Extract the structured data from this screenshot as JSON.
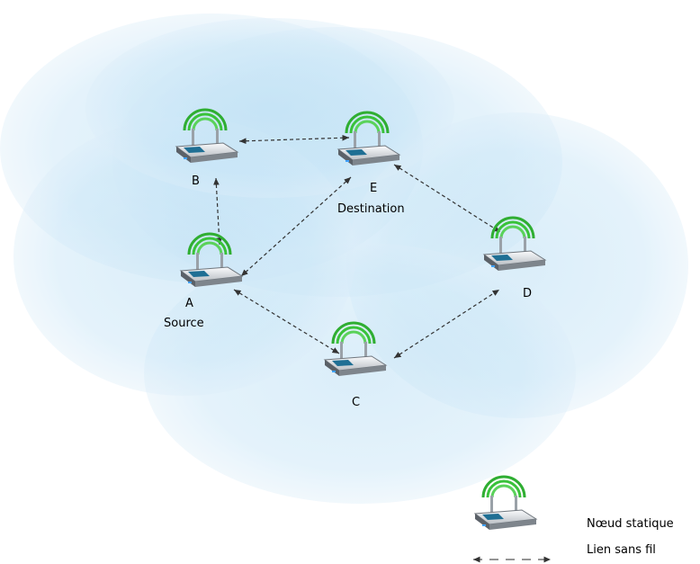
{
  "colors": {
    "coverage": "#bfe0f5",
    "link": "#333333",
    "antenna": "#39c23a",
    "router_body": "#e4e7ea",
    "router_screen": "#1f6f94"
  },
  "icons": {
    "node": "wireless-router-icon",
    "link": "dashed-double-arrow-icon"
  },
  "nodes": {
    "A": {
      "id": "A",
      "role": "Source"
    },
    "B": {
      "id": "B"
    },
    "C": {
      "id": "C"
    },
    "D": {
      "id": "D"
    },
    "E": {
      "id": "E",
      "role": "Destination"
    }
  },
  "links": [
    {
      "from": "B",
      "to": "E"
    },
    {
      "from": "B",
      "to": "A"
    },
    {
      "from": "E",
      "to": "A"
    },
    {
      "from": "E",
      "to": "D"
    },
    {
      "from": "A",
      "to": "C"
    },
    {
      "from": "C",
      "to": "D"
    }
  ],
  "legend": {
    "node_label": "Nœud statique",
    "link_label": "Lien sans fil"
  }
}
